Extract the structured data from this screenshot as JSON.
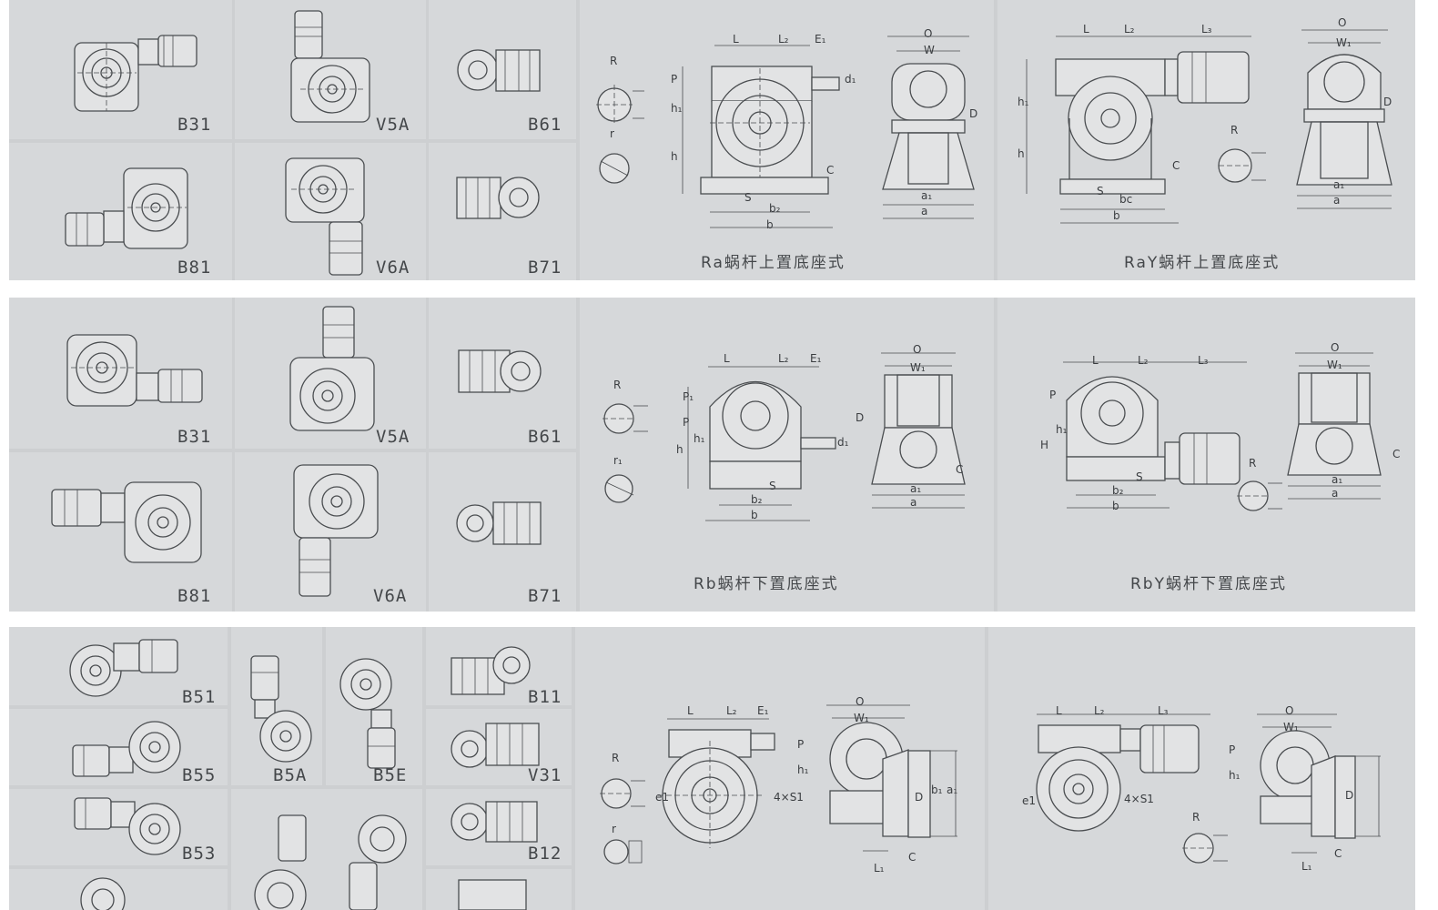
{
  "colors": {
    "panel": "#cdcfd1",
    "cell": "#d6d8da",
    "line": "#4a4d50",
    "text": "#44474a"
  },
  "row1": {
    "mounts": [
      "B31",
      "V5A",
      "B61",
      "B81",
      "V6A",
      "B71"
    ],
    "detail_labels": {
      "R": "R",
      "r": "r",
      "L": "L",
      "L2": "L₂",
      "E1": "E₁",
      "P": "P",
      "h1": "h₁",
      "h": "h",
      "d1": "d₁",
      "S": "S",
      "b2": "b₂",
      "b": "b",
      "C": "C",
      "O": "O",
      "W": "W",
      "D": "D",
      "a1": "a₁",
      "a": "a"
    },
    "caption_a": "Ra蜗杆上置底座式",
    "rayt_labels": {
      "L": "L",
      "L2": "L₂",
      "L3": "L₃",
      "h1": "h₁",
      "h": "h",
      "C": "C",
      "S": "S",
      "bc": "bc",
      "b": "b",
      "R": "R",
      "O": "O",
      "W1": "W₁",
      "D": "D",
      "a1": "a₁",
      "a": "a"
    },
    "caption_b": "RaY蜗杆上置底座式"
  },
  "row2": {
    "mounts": [
      "B31",
      "V5A",
      "B61",
      "B81",
      "V6A",
      "B71"
    ],
    "detail_labels": {
      "R": "R",
      "r1": "r₁",
      "L": "L",
      "L2": "L₂",
      "E1": "E₁",
      "P1": "P₁",
      "P": "P",
      "h1": "h₁",
      "h": "h",
      "d1": "d₁",
      "S": "S",
      "b2": "b₂",
      "b": "b",
      "O": "O",
      "W1": "W₁",
      "D": "D",
      "a1": "a₁",
      "a": "a",
      "C": "C"
    },
    "caption_a": "Rb蜗杆下置底座式",
    "rbyt_labels": {
      "L": "L",
      "L2": "L₂",
      "L3": "L₃",
      "P": "P",
      "h1": "h₁",
      "H": "H",
      "S": "S",
      "b2": "b₂",
      "b": "b",
      "R": "R",
      "O": "O",
      "W1": "W₁",
      "a1": "a₁",
      "a": "a",
      "C": "C"
    },
    "caption_b": "RbY蜗杆下置底座式"
  },
  "row3": {
    "mounts": [
      "B51",
      "B55",
      "B53",
      "B5A",
      "B5E",
      "B11",
      "V31",
      "B12"
    ],
    "detail_labels": {
      "R": "R",
      "r": "r",
      "L": "L",
      "L2": "L₂",
      "E1": "E₁",
      "e1": "e1",
      "S1": "4×S1",
      "O": "O",
      "W1": "W₁",
      "P": "P",
      "h1": "h₁",
      "D": "D",
      "b1": "b₁",
      "a1": "a₁",
      "L1": "L₁",
      "C": "C"
    },
    "flange_labels": {
      "L": "L",
      "L2": "L₂",
      "L3": "L₃",
      "e1": "e1",
      "S1": "4×S1",
      "R": "R",
      "O": "O",
      "W1": "W₁",
      "P": "P",
      "h1": "h₁",
      "D": "D",
      "L1": "L₁",
      "C": "C"
    }
  }
}
